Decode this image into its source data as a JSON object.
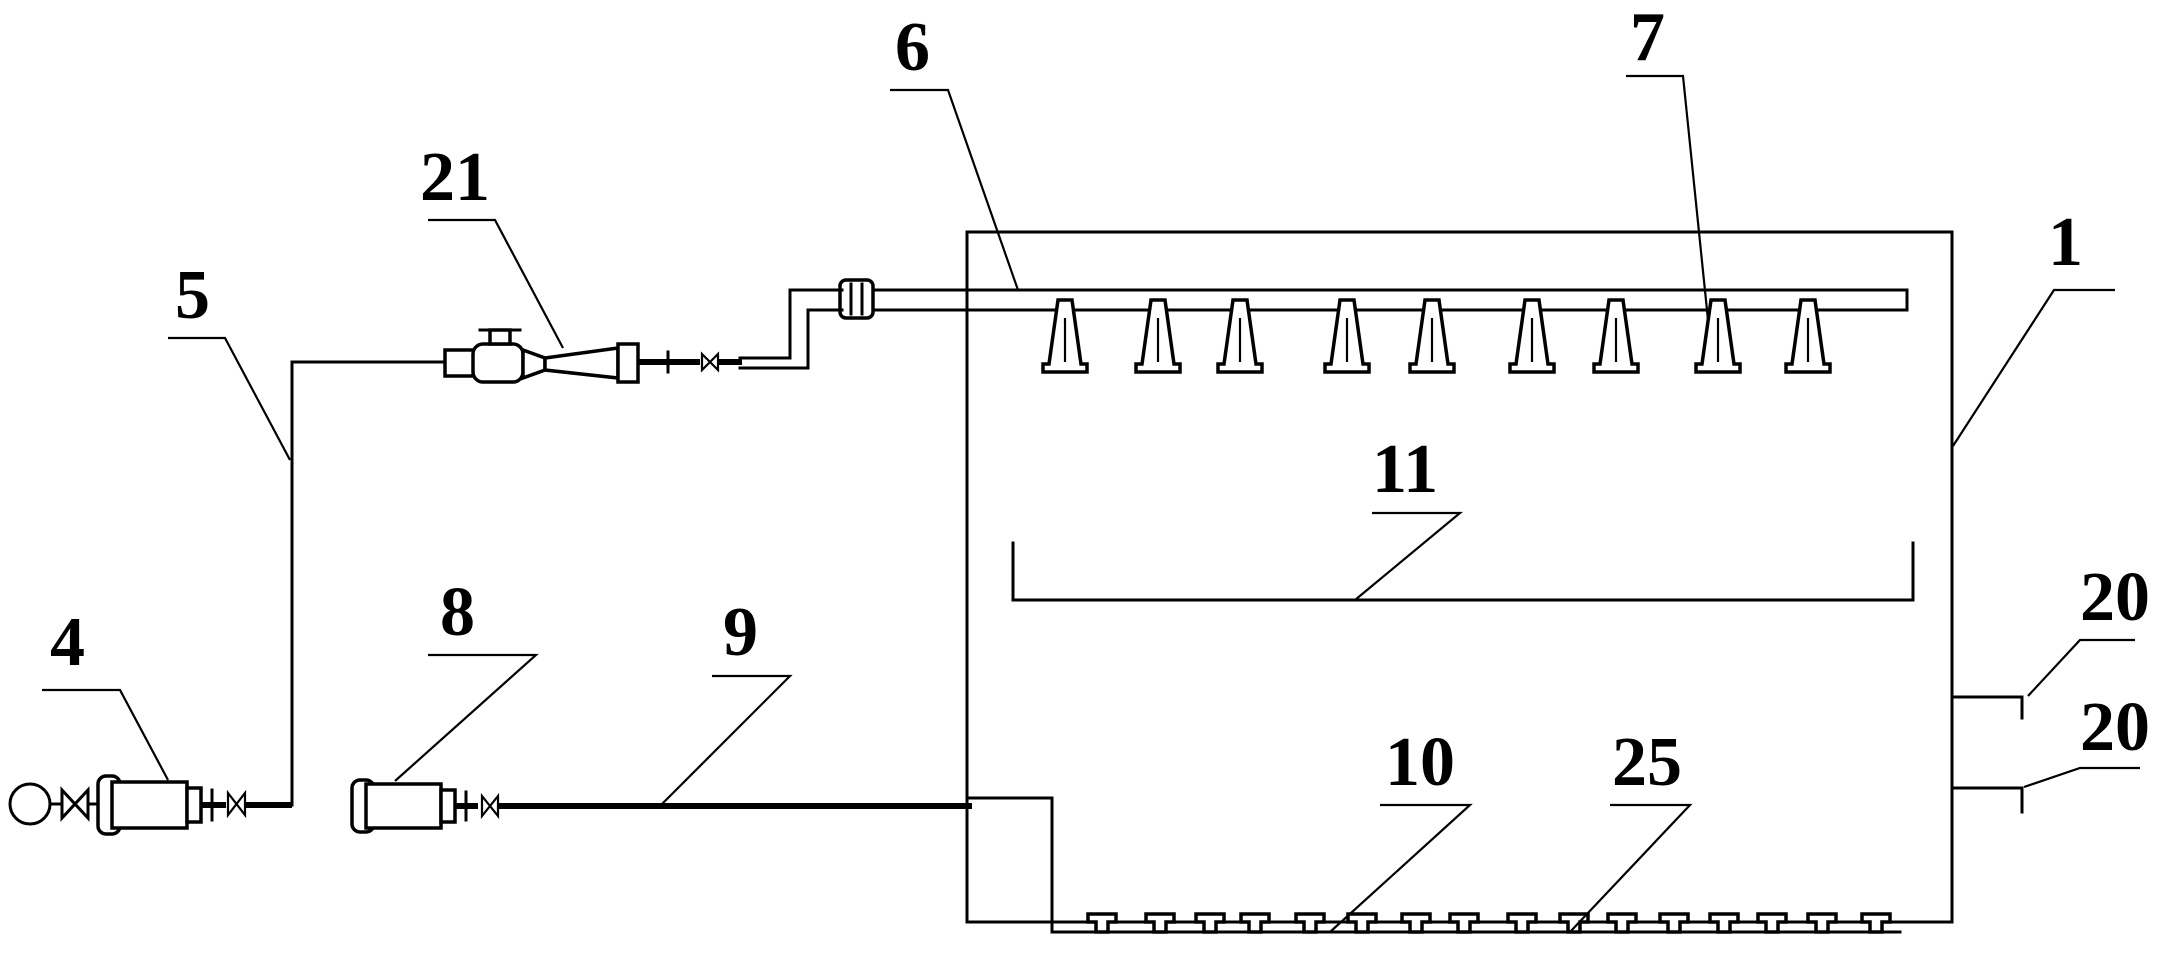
{
  "labels": {
    "l1": "1",
    "l4": "4",
    "l5": "5",
    "l6": "6",
    "l7": "7",
    "l8": "8",
    "l9": "9",
    "l10": "10",
    "l11": "11",
    "l20a": "20",
    "l20b": "20",
    "l21": "21",
    "l25": "25"
  },
  "nozzles_top_count": 9,
  "nozzles_bottom_count": 16
}
